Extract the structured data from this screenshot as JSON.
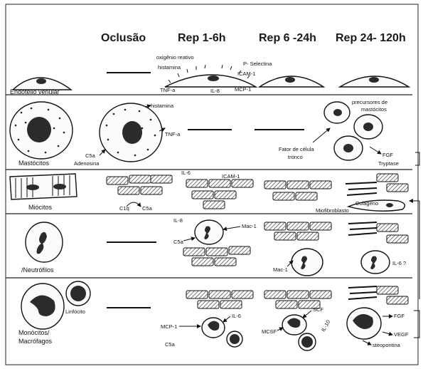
{
  "columns": {
    "oclusao": "Oclusão",
    "rep1": "Rep 1-6h",
    "rep2": "Rep 6 -24h",
    "rep3": "Rep 24- 120h"
  },
  "rows": {
    "endotelio": "Endotélio venular",
    "mastocitos": "Mastócitos",
    "miocitos": "Miócitos",
    "neutrofilos": "/Neutrófilos",
    "linfocito": "Linfócito",
    "monocitos_1": "Monócitos/",
    "monocitos_2": "Macrófagos"
  },
  "labels": {
    "oxigenio": "oxigênio reativo",
    "histamina_1": "histamina",
    "pselectina": "P- Selectina",
    "icam1_a": "ICAM-1",
    "tnfa_a": "TNF-a",
    "il8_a": "IL-8",
    "mcp1_a": "MCP-1",
    "histamina_2": "histamina",
    "tnfa_b": "TNF-a",
    "c5a_a": "C5a",
    "adenosina": "Adenosina",
    "precursores_1": "precursores de",
    "precursores_2": "mastócitos",
    "fator_1": "Fator de célula",
    "fator_2": "tronco",
    "fgf_a": "FGF",
    "tryptase": "Tryptase",
    "il6_a": "IL-6",
    "icam1_b": "ICAM-1",
    "c1q": "C1q",
    "c5a_b": "C5a",
    "colageno": "Colágeno",
    "miofibroblasto": "Miofibroblasto",
    "il8_b": "IL-8",
    "mac1_a": "Mac-1",
    "c5a_c": "C5a",
    "mac1_b": "Mac-1",
    "il6_b": "IL-6 ?",
    "mcp1_b": "MCP-1",
    "il6_c": "IL-6",
    "c5a_d": "C5a",
    "scf": "SCF",
    "mcsf": "MCSF",
    "il10": "IL-10",
    "fgf_b": "FGF",
    "vegf": "VEGF",
    "osteopontina": "steopontina"
  }
}
